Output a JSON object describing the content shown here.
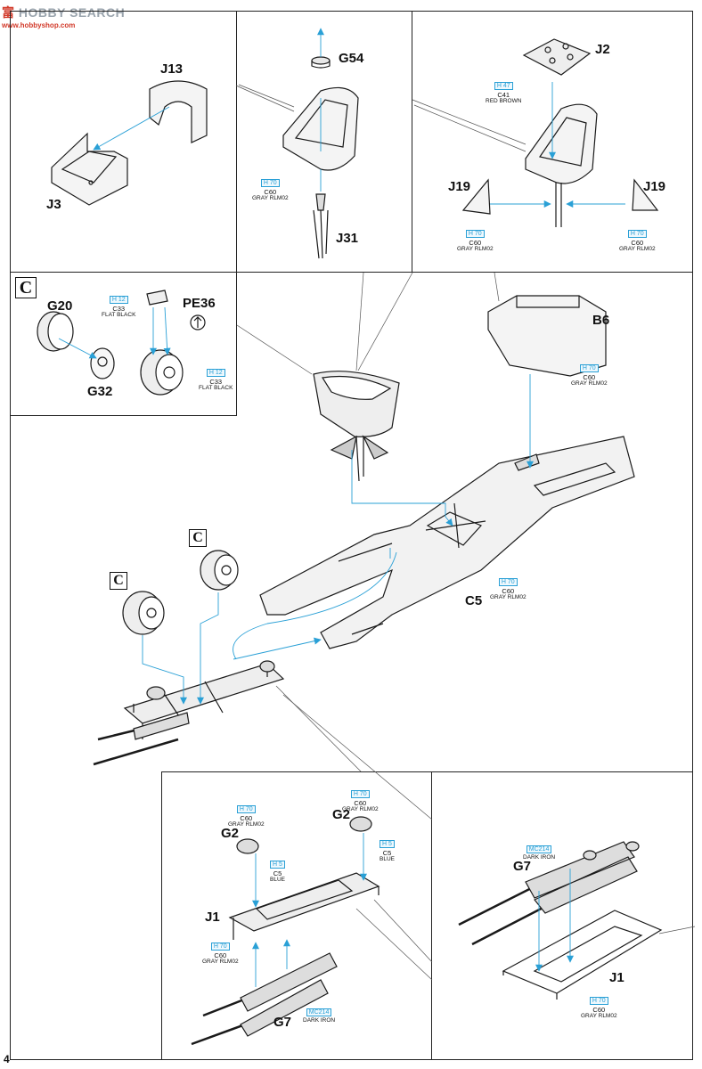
{
  "watermark": {
    "text": "HOBBY SEARCH",
    "prefix": "富",
    "url": "www.hobbyshop.com"
  },
  "page_number": "4",
  "section_marks": {
    "c_box": "C",
    "c_main1": "C",
    "c_main2": "C"
  },
  "parts": {
    "j13": "J13",
    "j3": "J3",
    "g54": "G54",
    "j31": "J31",
    "j2": "J2",
    "j19_left": "J19",
    "j19_right": "J19",
    "g20": "G20",
    "g32": "G32",
    "pe36": "PE36",
    "b6": "B6",
    "c5": "C5",
    "g2_left": "G2",
    "g2_right": "G2",
    "j1_left": "J1",
    "g7_left": "G7",
    "g7_right": "G7",
    "j1_right": "J1"
  },
  "paints": {
    "seat_g54": {
      "code": "H 70",
      "c": "C60",
      "n": "GRAY RLM02"
    },
    "j2": {
      "code": "H 47",
      "c": "C41",
      "n": "RED BROWN"
    },
    "j19_left": {
      "code": "H 70",
      "c": "C60",
      "n": "GRAY RLM02"
    },
    "j19_right": {
      "code": "H 70",
      "c": "C60",
      "n": "GRAY RLM02"
    },
    "pe36": {
      "code": "H 12",
      "c": "C33",
      "n": "FLAT BLACK"
    },
    "drum": {
      "code": "H 12",
      "c": "C33",
      "n": "FLAT BLACK"
    },
    "b6": {
      "code": "H 70",
      "c": "C60",
      "n": "GRAY RLM02"
    },
    "c5": {
      "code": "H 70",
      "c": "C60",
      "n": "GRAY RLM02"
    },
    "g2_left_a": {
      "code": "H 70",
      "c": "C60",
      "n": "GRAY RLM02"
    },
    "g2_left_b": {
      "code": "H 5",
      "c": "C5",
      "n": "BLUE"
    },
    "g2_right_a": {
      "code": "H 70",
      "c": "C60",
      "n": "GRAY RLM02"
    },
    "g2_right_b": {
      "code": "H 5",
      "c": "C5",
      "n": "BLUE"
    },
    "j1_left": {
      "code": "H 70",
      "c": "C60",
      "n": "GRAY RLM02"
    },
    "g7_left": {
      "code": "MC214",
      "c": "",
      "n": "DARK IRON"
    },
    "g7_right": {
      "code": "MC214",
      "c": "",
      "n": "DARK IRON"
    },
    "j1_right": {
      "code": "H 70",
      "c": "C60",
      "n": "GRAY RLM02"
    }
  }
}
